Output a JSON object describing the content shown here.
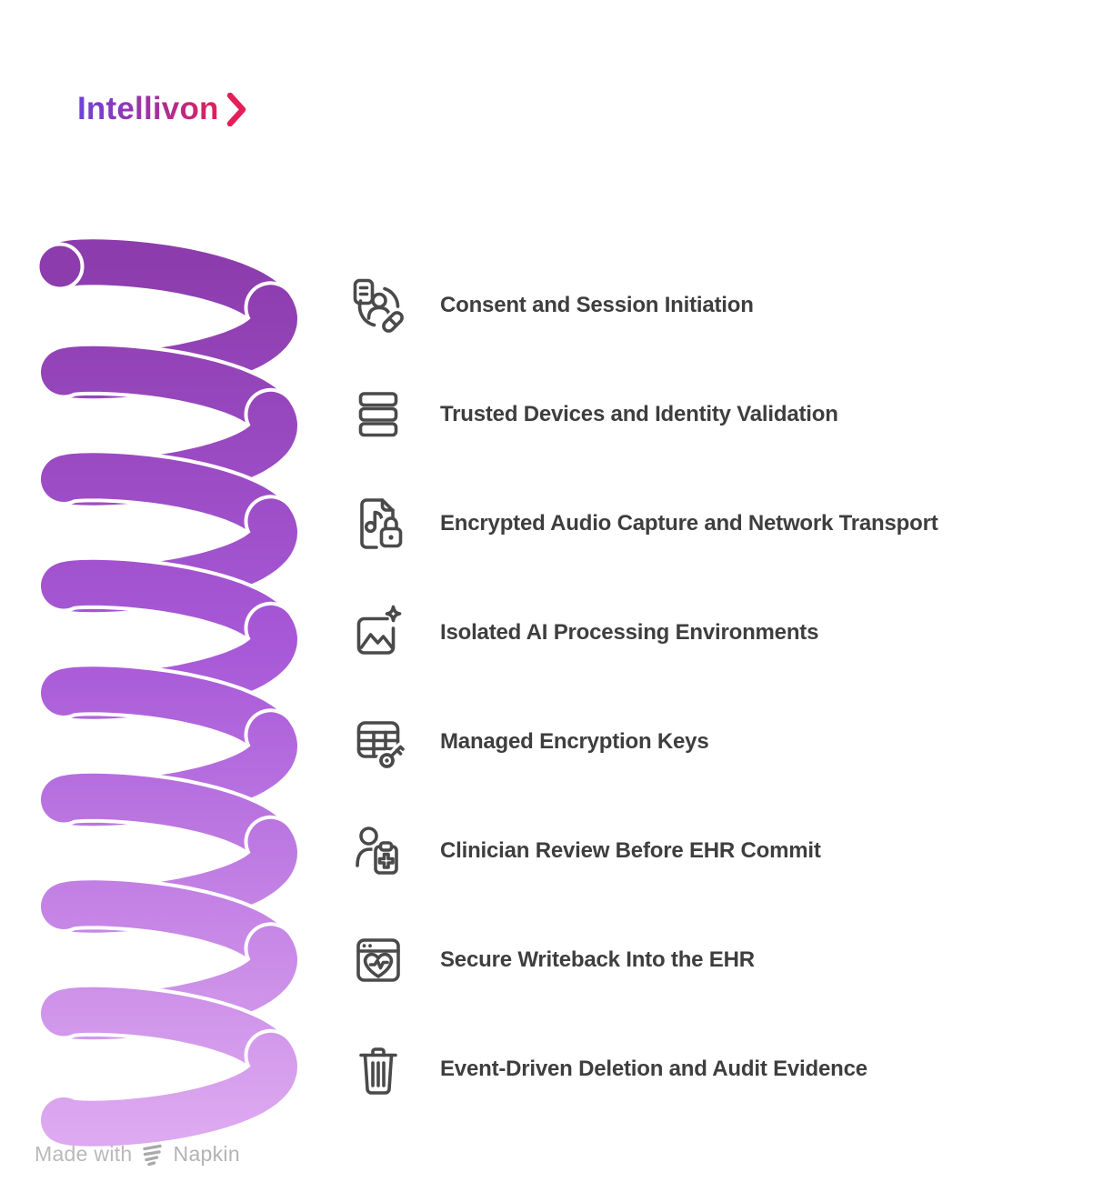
{
  "brand": {
    "name": "Intellivon"
  },
  "steps": {
    "items": [
      {
        "label": "Consent and Session Initiation",
        "icon": "consent-person-document-icon"
      },
      {
        "label": "Trusted Devices and Identity Validation",
        "icon": "device-stack-icon"
      },
      {
        "label": "Encrypted Audio Capture and Network Transport",
        "icon": "audio-file-lock-icon"
      },
      {
        "label": "Isolated AI Processing Environments",
        "icon": "image-sparkle-icon"
      },
      {
        "label": "Managed Encryption Keys",
        "icon": "table-key-icon"
      },
      {
        "label": "Clinician Review Before EHR Commit",
        "icon": "clinician-clipboard-icon"
      },
      {
        "label": "Secure Writeback Into the EHR",
        "icon": "browser-heart-icon"
      },
      {
        "label": "Event-Driven Deletion and Audit Evidence",
        "icon": "trash-icon"
      }
    ]
  },
  "footer": {
    "made_with": "Made with",
    "maker": "Napkin"
  },
  "colors": {
    "spiral_top": "#8c3cac",
    "spiral_mid": "#a859d8",
    "spiral_bottom": "#dda9f0",
    "icon_stroke": "#4a4a4a",
    "label_text": "#3e3e3e",
    "logo_purple": "#6f42d8",
    "logo_red": "#e41f57",
    "footer_gray": "#b9b9b9"
  }
}
